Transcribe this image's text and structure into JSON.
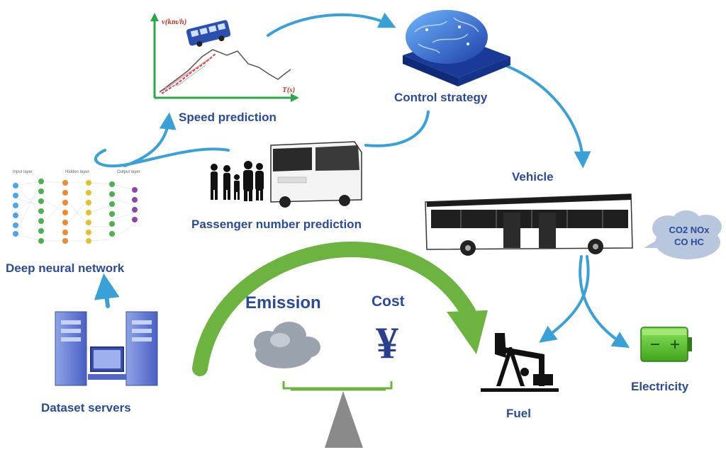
{
  "labels": {
    "speed_prediction": "Speed prediction",
    "control_strategy": "Control strategy",
    "vehicle": "Vehicle",
    "passenger_number_prediction": "Passenger number prediction",
    "deep_neural_network": "Deep neural network",
    "dataset_servers": "Dataset servers",
    "emission": "Emission",
    "cost": "Cost",
    "fuel": "Fuel",
    "electricity": "Electricity",
    "yen_symbol": "¥"
  },
  "emissions_cloud": {
    "line1": "CO2 NOx",
    "line2": "CO HC"
  },
  "speed_chart": {
    "y_axis_label": "v(km/h)",
    "x_axis_label": "T(s)"
  },
  "dnn_layers": {
    "input_label": "Input layer",
    "hidden_label": "Hidden layer",
    "output_label": "Output layer"
  },
  "colors": {
    "label_blue": "#2a4a9c",
    "cycle_arrow": "#3aa0d8",
    "balance_arrow": "#6cb33f",
    "battery_green": "#5cc62b"
  }
}
